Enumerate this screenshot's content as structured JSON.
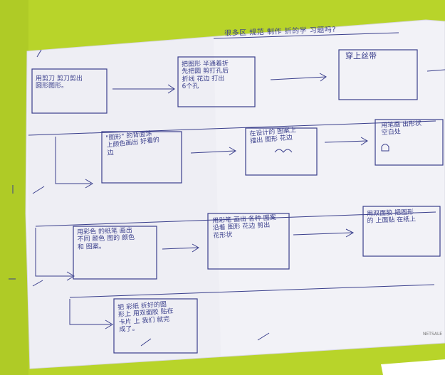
{
  "colors": {
    "background": "#b8d42a",
    "paper": "#f4f4f8",
    "ink": "#3a3f8c"
  },
  "poster": {
    "title": "很多区 规范 制作 折的学 习题吗?",
    "steps": [
      {
        "id": "step-1",
        "text": "用剪刀 剪刀剪出\n圆形图形。"
      },
      {
        "id": "step-2",
        "text": "把图形 半通着折\n先把圆 剪打孔后\n折线 花边 打出\n6个孔"
      },
      {
        "id": "step-3",
        "text": "穿上丝带"
      },
      {
        "id": "step-4",
        "text": "\"图形\" 的背面涂\n上颜色画出 好看的\n边"
      },
      {
        "id": "step-5",
        "text": "在设计的 图案上\n描出 图形 花边"
      },
      {
        "id": "step-6",
        "text": "用笔画 出形状\n空白处"
      },
      {
        "id": "step-7",
        "text": "用彩色 的纸笔 画出\n不同 颜色 图的 颜色\n和 图案。"
      },
      {
        "id": "step-8",
        "text": "用彩笔 画出 各种 图案\n沿着 图形 花边 剪出\n花形状"
      },
      {
        "id": "step-9",
        "text": "用双面胶 把图形\n的 上面贴 在纸上"
      },
      {
        "id": "step-10",
        "text": "把 彩纸 折好的图\n形上 用双面胶 贴在\n卡片 上 我们 就完\n成了。"
      }
    ],
    "corner_note": "NETSALE"
  }
}
